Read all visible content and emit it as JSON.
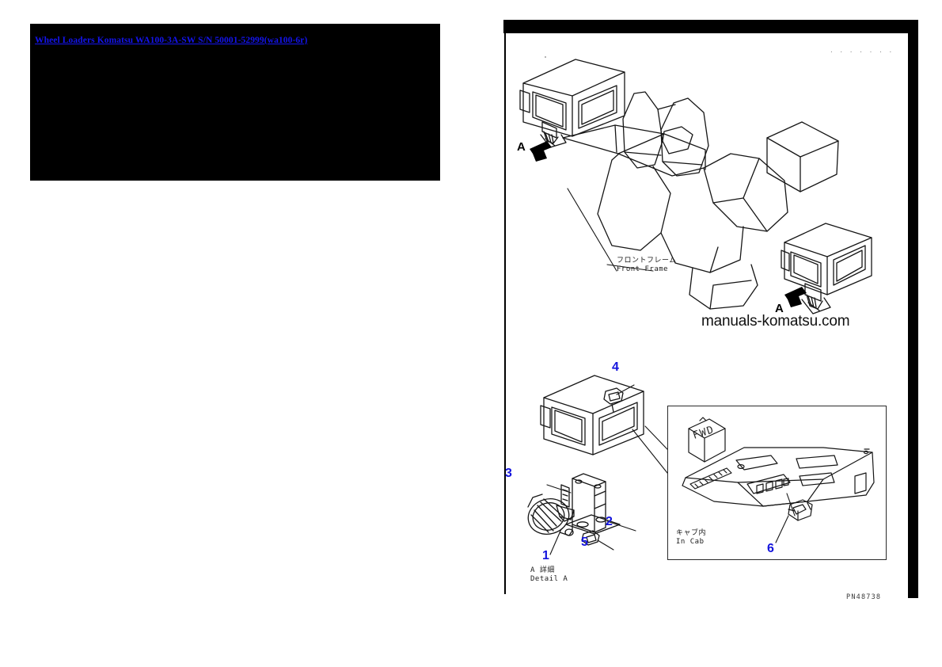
{
  "document": {
    "title_link": "Wheel Loaders Komatsu WA100-3A-SW S/N 50001-52999(wa100-6r)",
    "link_color": "#1414ee",
    "callout_color": "#1414dd",
    "page_code": "PN48738"
  },
  "diagram": {
    "labels": {
      "front_frame_jp": "フロントフレーム",
      "front_frame_en": "Front Frame",
      "detail_a_jp": "A 詳細",
      "detail_a_en": "Detail A",
      "in_cab_jp": "キャブ内",
      "in_cab_en": "In Cab",
      "fwd_marking": "FWD"
    },
    "section_letters": [
      {
        "id": "section-letter-a-left",
        "text": "A"
      },
      {
        "id": "section-letter-a-right",
        "text": "A"
      }
    ],
    "callouts": [
      {
        "id": "callout-1",
        "number": "1"
      },
      {
        "id": "callout-2",
        "number": "2"
      },
      {
        "id": "callout-3",
        "number": "3"
      },
      {
        "id": "callout-4",
        "number": "4"
      },
      {
        "id": "callout-5",
        "number": "5"
      },
      {
        "id": "callout-6",
        "number": "6"
      }
    ],
    "watermark": "manuals-komatsu.com",
    "top_edge_dots": ". . . . . . ."
  }
}
